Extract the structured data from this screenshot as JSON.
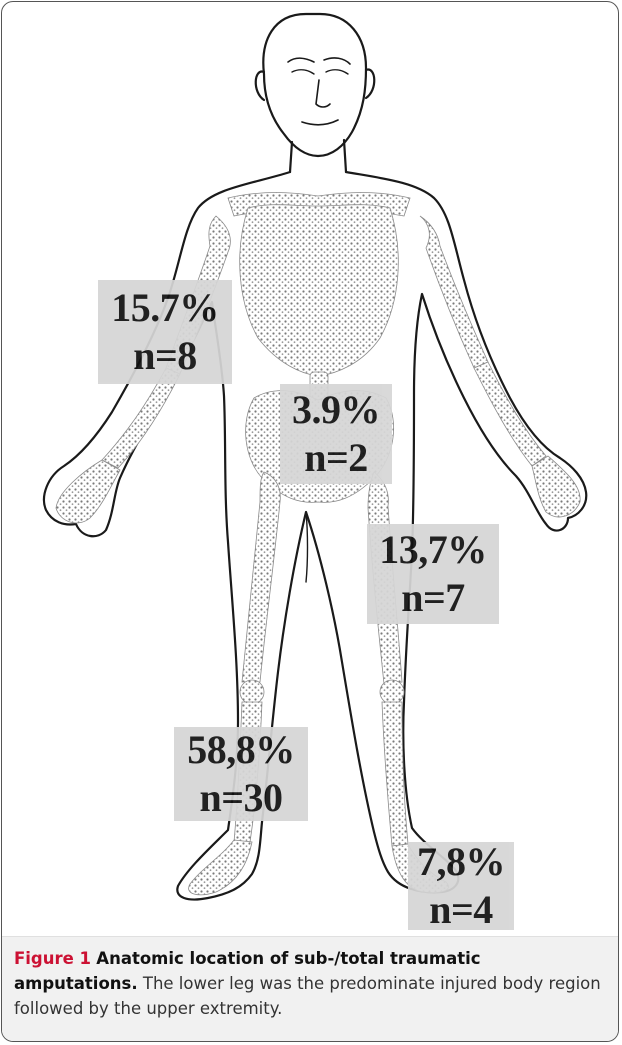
{
  "figure": {
    "labels": [
      {
        "region": "upper arm",
        "percent": "15.7%",
        "count": "n=8"
      },
      {
        "region": "pelvis",
        "percent": "3.9%",
        "count": "n=2"
      },
      {
        "region": "thigh",
        "percent": "13,7%",
        "count": "n=7"
      },
      {
        "region": "lower leg",
        "percent": "58,8%",
        "count": "n=30"
      },
      {
        "region": "foot",
        "percent": "7,8%",
        "count": "n=4"
      }
    ],
    "label_box_color": "#d6d6d6"
  },
  "caption": {
    "label": "Figure 1",
    "title": "Anatomic location of sub-/total traumatic amputations.",
    "text": "The lower leg was the predominate injured body region followed by the upper extremity.",
    "label_color": "#cc1133"
  }
}
